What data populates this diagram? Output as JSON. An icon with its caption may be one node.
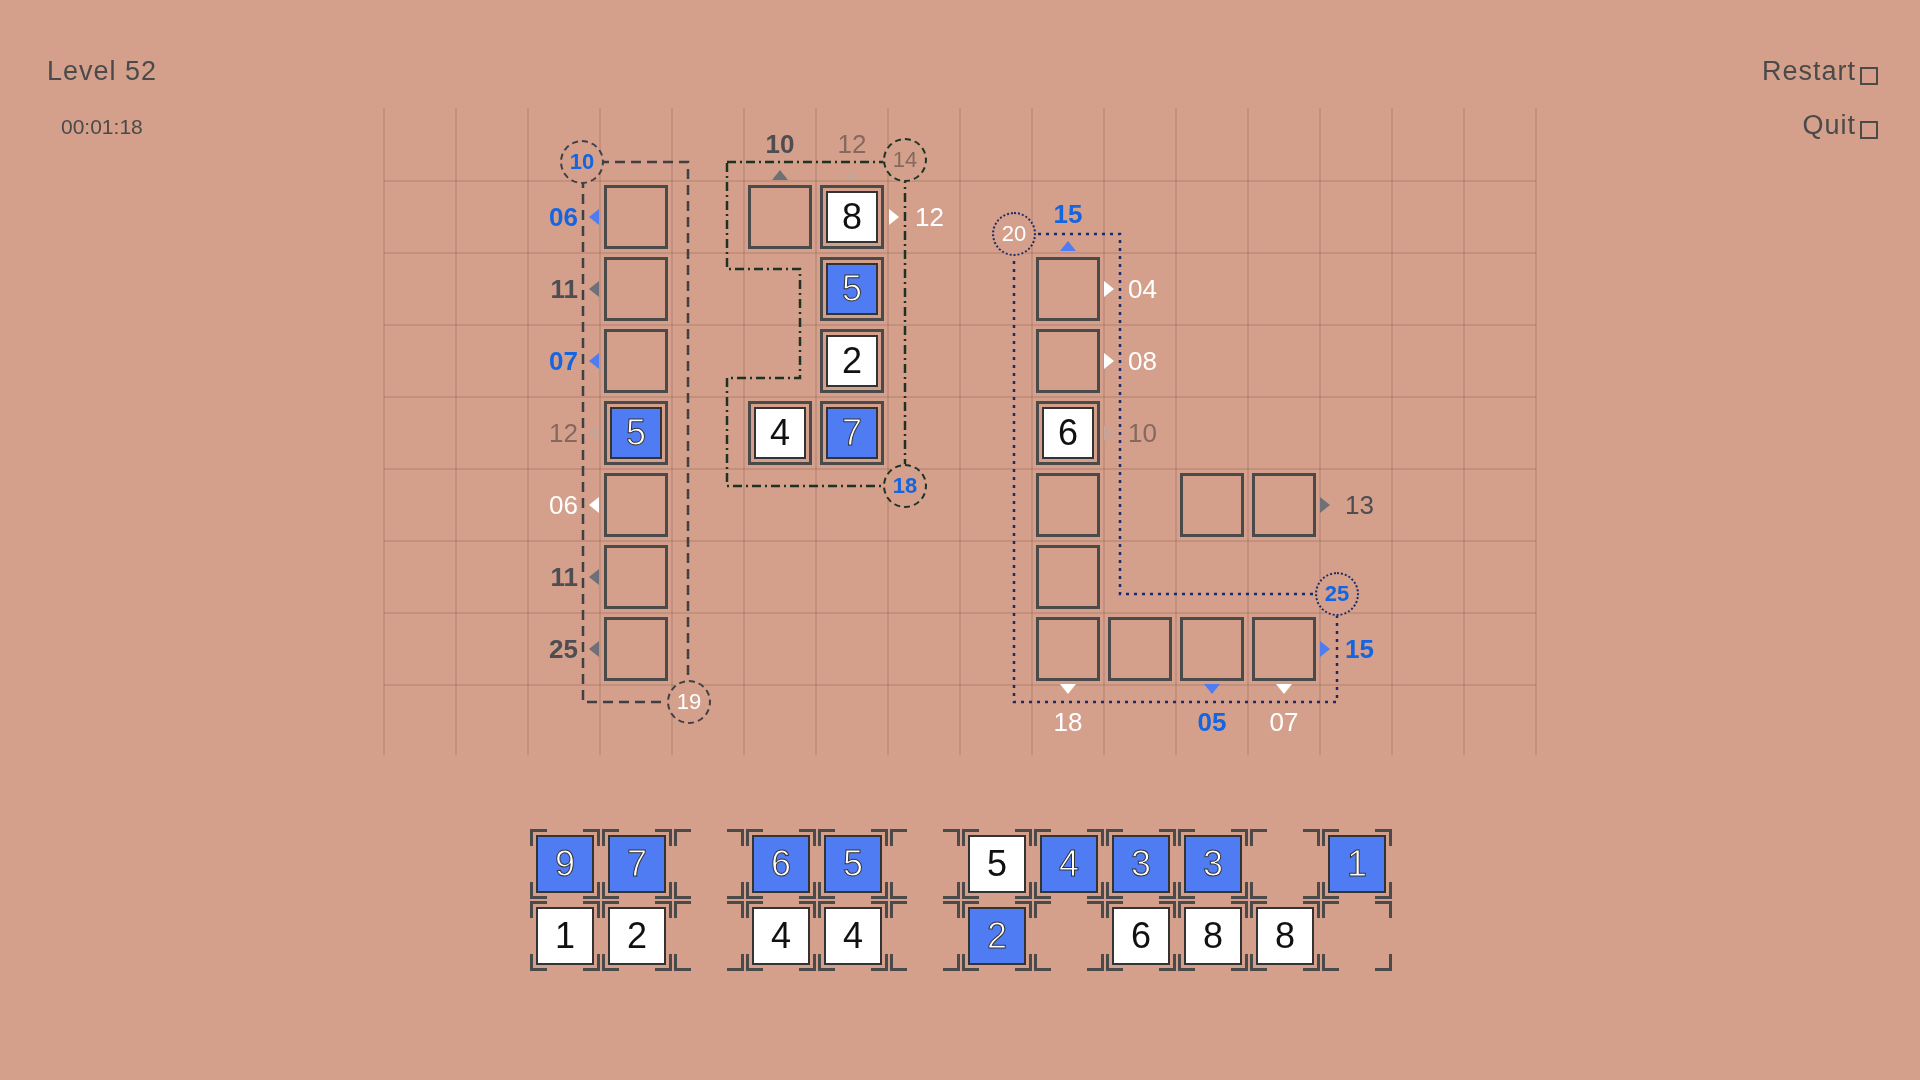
{
  "diagram": {
    "title": "Level 52",
    "nodes": [
      {
        "text": [
          "10"
        ]
      },
      {
        "text": [
          "14"
        ]
      },
      {
        "text": [],
        "shape": "box"
      },
      {
        "text": [],
        "shape": "box"
      },
      {
        "text": [
          "8"
        ]
      },
      {
        "text": [
          "20"
        ]
      },
      {
        "text": [],
        "shape": "box"
      },
      {
        "text": [
          "5"
        ]
      },
      {
        "text": [],
        "shape": "box"
      },
      {
        "text": [],
        "shape": "box"
      },
      {
        "text": [
          "2"
        ]
      },
      {
        "text": [],
        "shape": "box"
      },
      {
        "text": [
          "5"
        ]
      },
      {
        "text": [
          "4"
        ]
      },
      {
        "text": [
          "7"
        ]
      },
      {
        "text": [
          "6"
        ]
      },
      {
        "text": [],
        "shape": "box"
      },
      {
        "text": [
          "18"
        ]
      },
      {
        "text": [],
        "shape": "box"
      },
      {
        "text": [],
        "shape": "box"
      },
      {
        "text": [],
        "shape": "box"
      },
      {
        "text": [],
        "shape": "box"
      },
      {
        "text": [],
        "shape": "box"
      },
      {
        "text": [
          "25"
        ]
      },
      {
        "text": [],
        "shape": "box"
      },
      {
        "text": [],
        "shape": "box"
      },
      {
        "text": [],
        "shape": "box"
      },
      {
        "text": [],
        "shape": "box"
      },
      {
        "text": [],
        "shape": "box"
      },
      {
        "text": [
          "19"
        ]
      },
      {
        "text": [
          "9"
        ]
      },
      {
        "text": [
          "7"
        ]
      },
      {
        "text": [],
        "shape": "box"
      },
      {
        "text": [
          "6"
        ]
      },
      {
        "text": [
          "5"
        ]
      },
      {
        "text": [],
        "shape": "box"
      },
      {
        "text": [
          "5"
        ]
      },
      {
        "text": [
          "4"
        ]
      },
      {
        "text": [
          "3"
        ]
      },
      {
        "text": [
          "3"
        ]
      },
      {
        "text": [],
        "shape": "box"
      },
      {
        "text": [
          "1"
        ]
      },
      {
        "text": [
          "1"
        ]
      },
      {
        "text": [
          "2"
        ]
      },
      {
        "text": [],
        "shape": "box"
      },
      {
        "text": [
          "4"
        ]
      },
      {
        "text": [
          "4"
        ]
      },
      {
        "text": [],
        "shape": "box"
      },
      {
        "text": [
          "2"
        ]
      },
      {
        "text": [],
        "shape": "box"
      },
      {
        "text": [
          "6"
        ]
      },
      {
        "text": [
          "8"
        ]
      },
      {
        "text": [
          "8"
        ]
      },
      {
        "text": [],
        "shape": "box"
      }
    ],
    "labels": [
      "00:01:18",
      "Restart",
      "Quit",
      "10",
      "12",
      "06",
      "12",
      "15",
      "11",
      "04",
      "07",
      "08",
      "12",
      "10",
      "06",
      "13",
      "11",
      "25",
      "15",
      "18",
      "05",
      "07"
    ]
  }
}
